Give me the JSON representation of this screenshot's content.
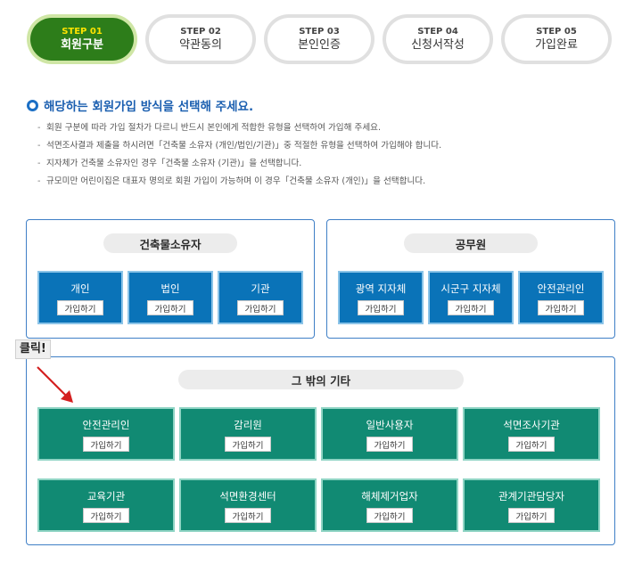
{
  "steps": [
    {
      "num": "STEP 01",
      "title": "회원구분"
    },
    {
      "num": "STEP 02",
      "title": "약관동의"
    },
    {
      "num": "STEP 03",
      "title": "본인인증"
    },
    {
      "num": "STEP 04",
      "title": "신청서작성"
    },
    {
      "num": "STEP 05",
      "title": "가입완료"
    }
  ],
  "heading": "해당하는 회원가입 방식을 선택해 주세요.",
  "notes": [
    "회원 구분에 따라 가입 절차가 다르니 반드시 본인에게 적합한 유형을 선택하여 가입해 주세요.",
    "석면조사결과 제출을 하시려면「건축물 소유자 (개인/법인/기관)」중 적절한 유형을 선택하여 가입해야 합니다.",
    "지자체가 건축물 소유자인 경우「건축물 소유자 (기관)」을 선택합니다.",
    "규모미만 어린이집은 대표자 명의로 회원 가입이 가능하며 이 경우「건축물 소유자 (개인)」을 선택합니다."
  ],
  "join_label": "가입하기",
  "click_label": "클릭!",
  "colors": {
    "active_step": "#2d7d1a",
    "blue_card": "#0a73b8",
    "green_card": "#118a73",
    "arrow": "#d42020"
  },
  "groups": {
    "owner": {
      "title": "건축물소유자",
      "items": [
        "개인",
        "법인",
        "기관"
      ]
    },
    "public": {
      "title": "공무원",
      "items": [
        "광역 지자체",
        "시군구 지자체",
        "안전관리인"
      ]
    },
    "other": {
      "title": "그 밖의 기타",
      "items": [
        "안전관리인",
        "감리원",
        "일반사용자",
        "석면조사기관",
        "교육기관",
        "석면환경센터",
        "해체제거업자",
        "관계기관담당자"
      ]
    }
  }
}
